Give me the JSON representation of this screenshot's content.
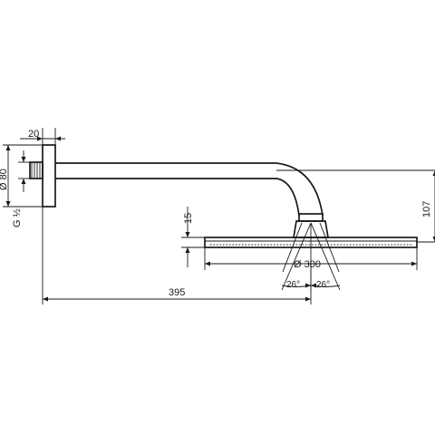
{
  "drawing": {
    "dimensions": {
      "flange_thickness": "20",
      "flange_diameter": "Ø 80",
      "thread": "G ½",
      "arm_length": "395",
      "head_diameter": "Ø 300",
      "drop_height": "107",
      "head_thickness": "15",
      "tilt_left": "26°",
      "tilt_right": "26°"
    }
  }
}
